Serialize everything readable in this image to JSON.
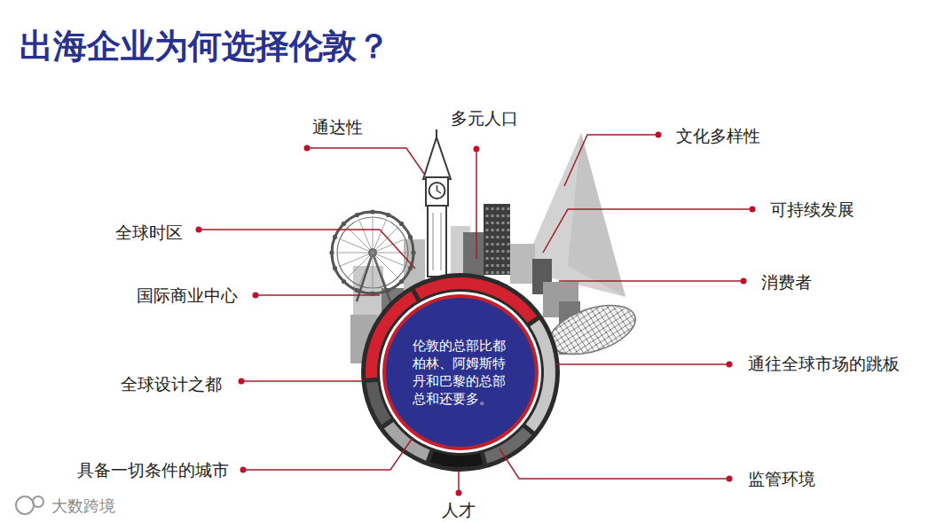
{
  "diagram": {
    "title": "出海企业为何选择伦敦？",
    "nodes": [
      {
        "text": [
          "伦敦的总部比都柏林、阿姆斯特丹和巴黎的总部总和还要多。"
        ]
      }
    ],
    "labels": [
      "通达性",
      "多元人口",
      "文化多样性",
      "全球时区",
      "可持续发展",
      "国际商业中心",
      "消费者",
      "通往全球市场的跳板",
      "全球设计之都",
      "具备一切条件的城市",
      "监管环境",
      "人才",
      "大数跨境"
    ]
  }
}
